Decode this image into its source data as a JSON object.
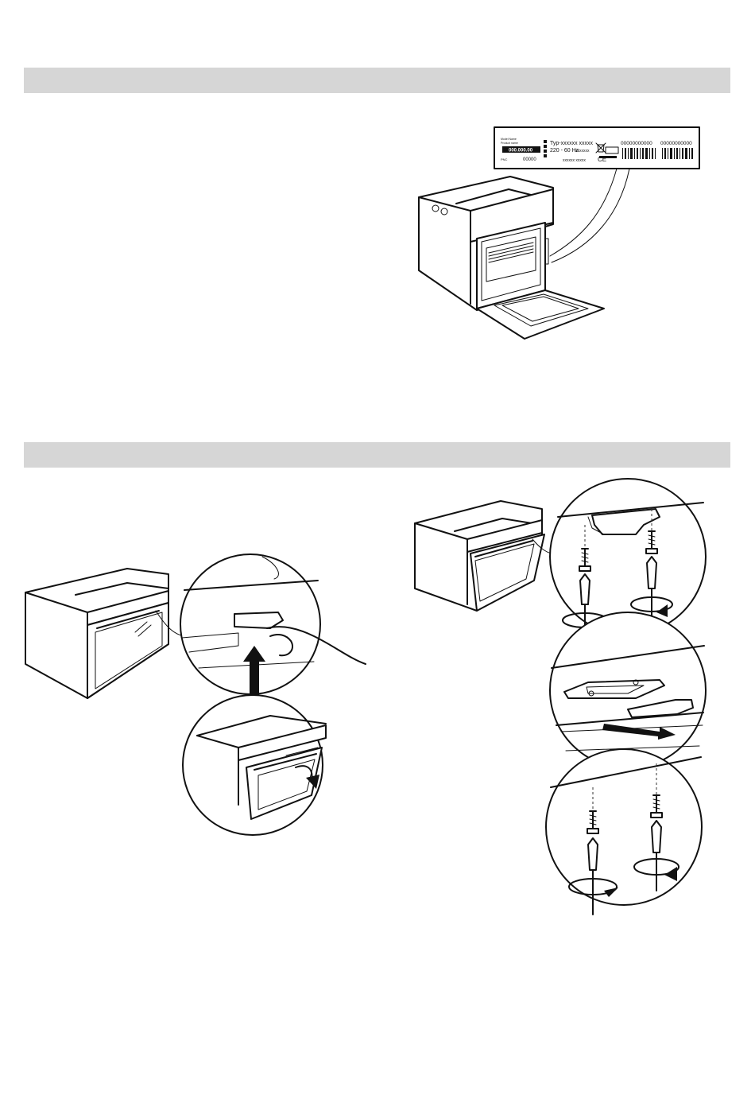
{
  "rating_plate": {
    "type_line": "Typ-xxxxxx xxxxx",
    "voltage": "220 - 60 Hz",
    "code": "xxxxxxx",
    "serial_left": "00000000000",
    "serial_right": "00000000000",
    "model_number": "000.000.00",
    "pnc": "00000",
    "sub_code": "xxxxxx xxxxx",
    "ce_mark": "CE",
    "small_line_1": "Model Name",
    "small_line_2": "Product name",
    "small_pnc_label": "PNC"
  }
}
